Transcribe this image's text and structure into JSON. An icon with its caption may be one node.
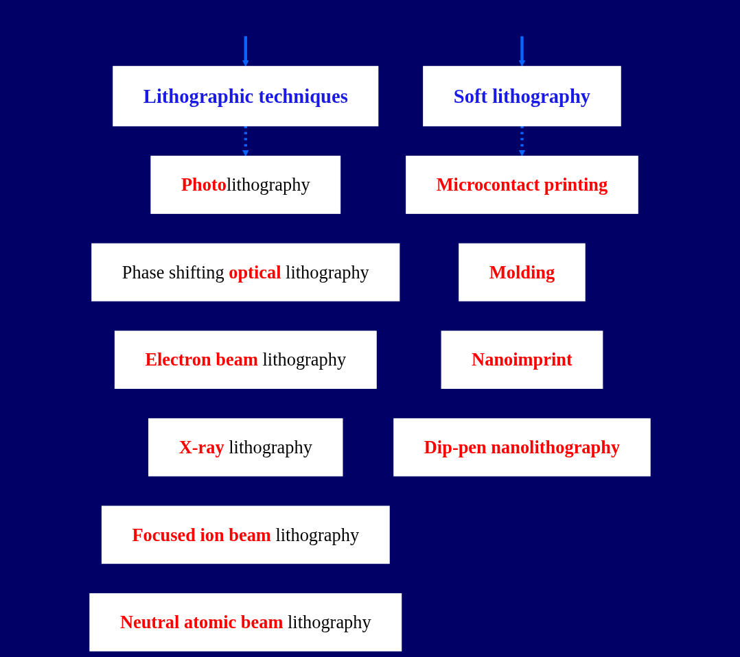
{
  "diagram": {
    "nodes": [
      {
        "text": [
          "Lithographic techniques"
        ]
      },
      {
        "text": [
          "Soft lithography"
        ]
      },
      {
        "text": [
          "**Photo**lithography"
        ]
      },
      {
        "text": [
          "Phase shifting **optical** lithography"
        ]
      },
      {
        "text": [
          "**Electron beam** lithography"
        ]
      },
      {
        "text": [
          "**X-ray** lithography"
        ]
      },
      {
        "text": [
          "**Focused ion beam** lithography"
        ]
      },
      {
        "text": [
          "**Neutral atomic beam** lithography"
        ]
      },
      {
        "text": [
          "Microcontact printing"
        ]
      },
      {
        "text": [
          "Molding"
        ]
      },
      {
        "text": [
          "Nanoimprint"
        ]
      },
      {
        "text": [
          "Dip-pen nanolithography"
        ]
      }
    ],
    "edges": [
      {
        "from": null,
        "to": 0,
        "arrow": "to"
      },
      {
        "from": null,
        "to": 1,
        "arrow": "to"
      },
      {
        "from": 0,
        "to": 2,
        "arrow": "to",
        "style": "dashed"
      },
      {
        "from": 1,
        "to": 8,
        "arrow": "to",
        "style": "dashed"
      }
    ]
  }
}
